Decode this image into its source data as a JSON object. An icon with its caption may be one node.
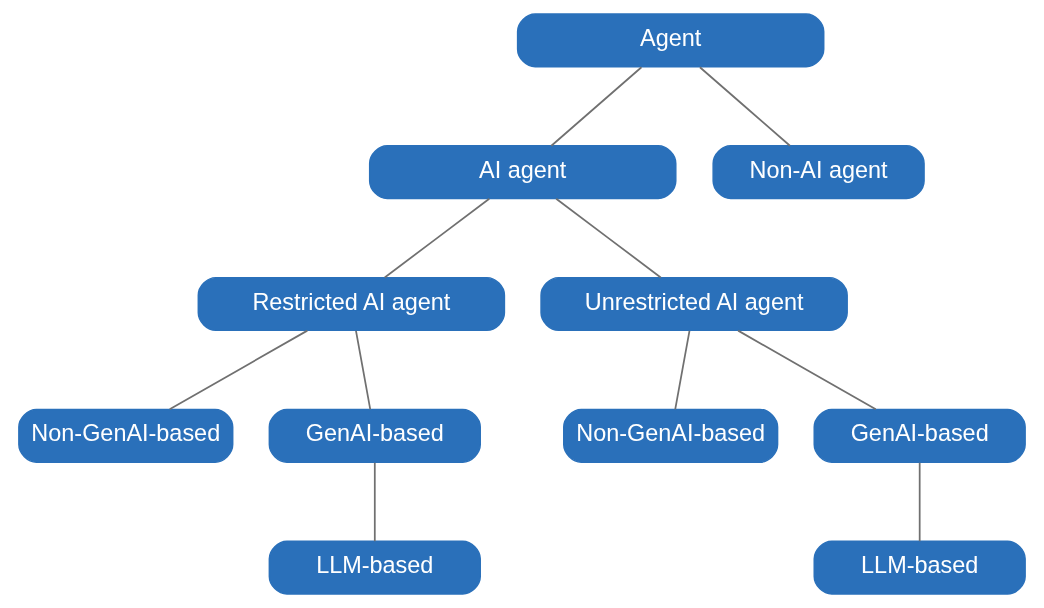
{
  "diagram": {
    "nodes": [
      {
        "text": [
          "Agent"
        ]
      },
      {
        "text": [
          "AI agent"
        ]
      },
      {
        "text": [
          "Non-AI agent"
        ]
      },
      {
        "text": [
          "Restricted AI agent"
        ]
      },
      {
        "text": [
          "Unrestricted AI agent"
        ]
      },
      {
        "text": [
          "Non-GenAI-based"
        ]
      },
      {
        "text": [
          "GenAI-based"
        ]
      },
      {
        "text": [
          "LLM-based"
        ]
      },
      {
        "text": [
          "Non-GenAI-based"
        ]
      },
      {
        "text": [
          "GenAI-based"
        ]
      },
      {
        "text": [
          "LLM-based"
        ]
      }
    ],
    "edges": [
      {
        "from": 0,
        "to": 1,
        "arrow": "none"
      },
      {
        "from": 0,
        "to": 2,
        "arrow": "none"
      },
      {
        "from": 1,
        "to": 3,
        "arrow": "none"
      },
      {
        "from": 1,
        "to": 4,
        "arrow": "none"
      },
      {
        "from": 3,
        "to": 5,
        "arrow": "none"
      },
      {
        "from": 3,
        "to": 6,
        "arrow": "none"
      },
      {
        "from": 6,
        "to": 7,
        "arrow": "none"
      },
      {
        "from": 4,
        "to": 8,
        "arrow": "none"
      },
      {
        "from": 4,
        "to": 9,
        "arrow": "none"
      },
      {
        "from": 9,
        "to": 10,
        "arrow": "none"
      }
    ]
  }
}
